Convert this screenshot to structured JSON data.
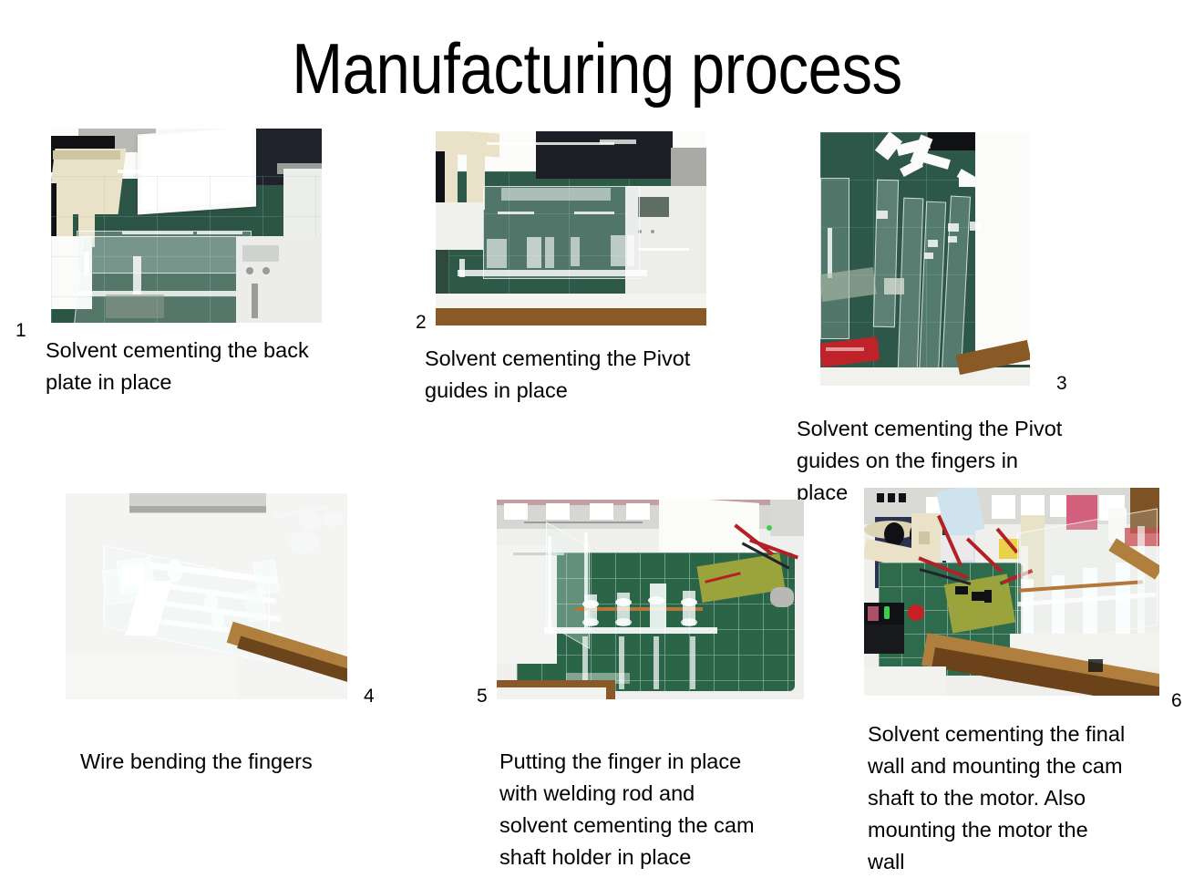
{
  "slide": {
    "title": "Manufacturing process",
    "background_color": "#ffffff",
    "text_color": "#000000"
  },
  "steps": [
    {
      "number": "1",
      "caption": "Solvent cementing the back\nplate in place",
      "photo_alt": "Clear acrylic back plate on a green cutting mat with white laser-cut parts and a paper bag"
    },
    {
      "number": "2",
      "caption": "Solvent cementing the Pivot\nguides in place",
      "photo_alt": "Acrylic base plate with pivot guides cemented upright on a green cutting mat"
    },
    {
      "number": "3",
      "caption": "Solvent cementing the Pivot\nguides on the fingers in\nplace",
      "photo_alt": "Four clear acrylic finger strips laid on a green cutting mat with a red craft knife"
    },
    {
      "number": "4",
      "caption": "Wire bending the fingers",
      "photo_alt": "Assembled clear acrylic fingers resting on a white bench top"
    },
    {
      "number": "5",
      "caption": "Putting the finger in place\nwith welding rod and\nsolvent cementing the cam\nshaft holder in place",
      "photo_alt": "Acrylic frame on a green grid mat with a copper welding rod through the cam shaft holders and a circuit board alongside"
    },
    {
      "number": "6",
      "caption": "Solvent cementing the final\nwall and mounting the cam\nshaft to the motor. Also\nmounting the motor the\nwall",
      "photo_alt": "Finished mechanism with motor, wired circuit board and battery on the bench"
    }
  ]
}
